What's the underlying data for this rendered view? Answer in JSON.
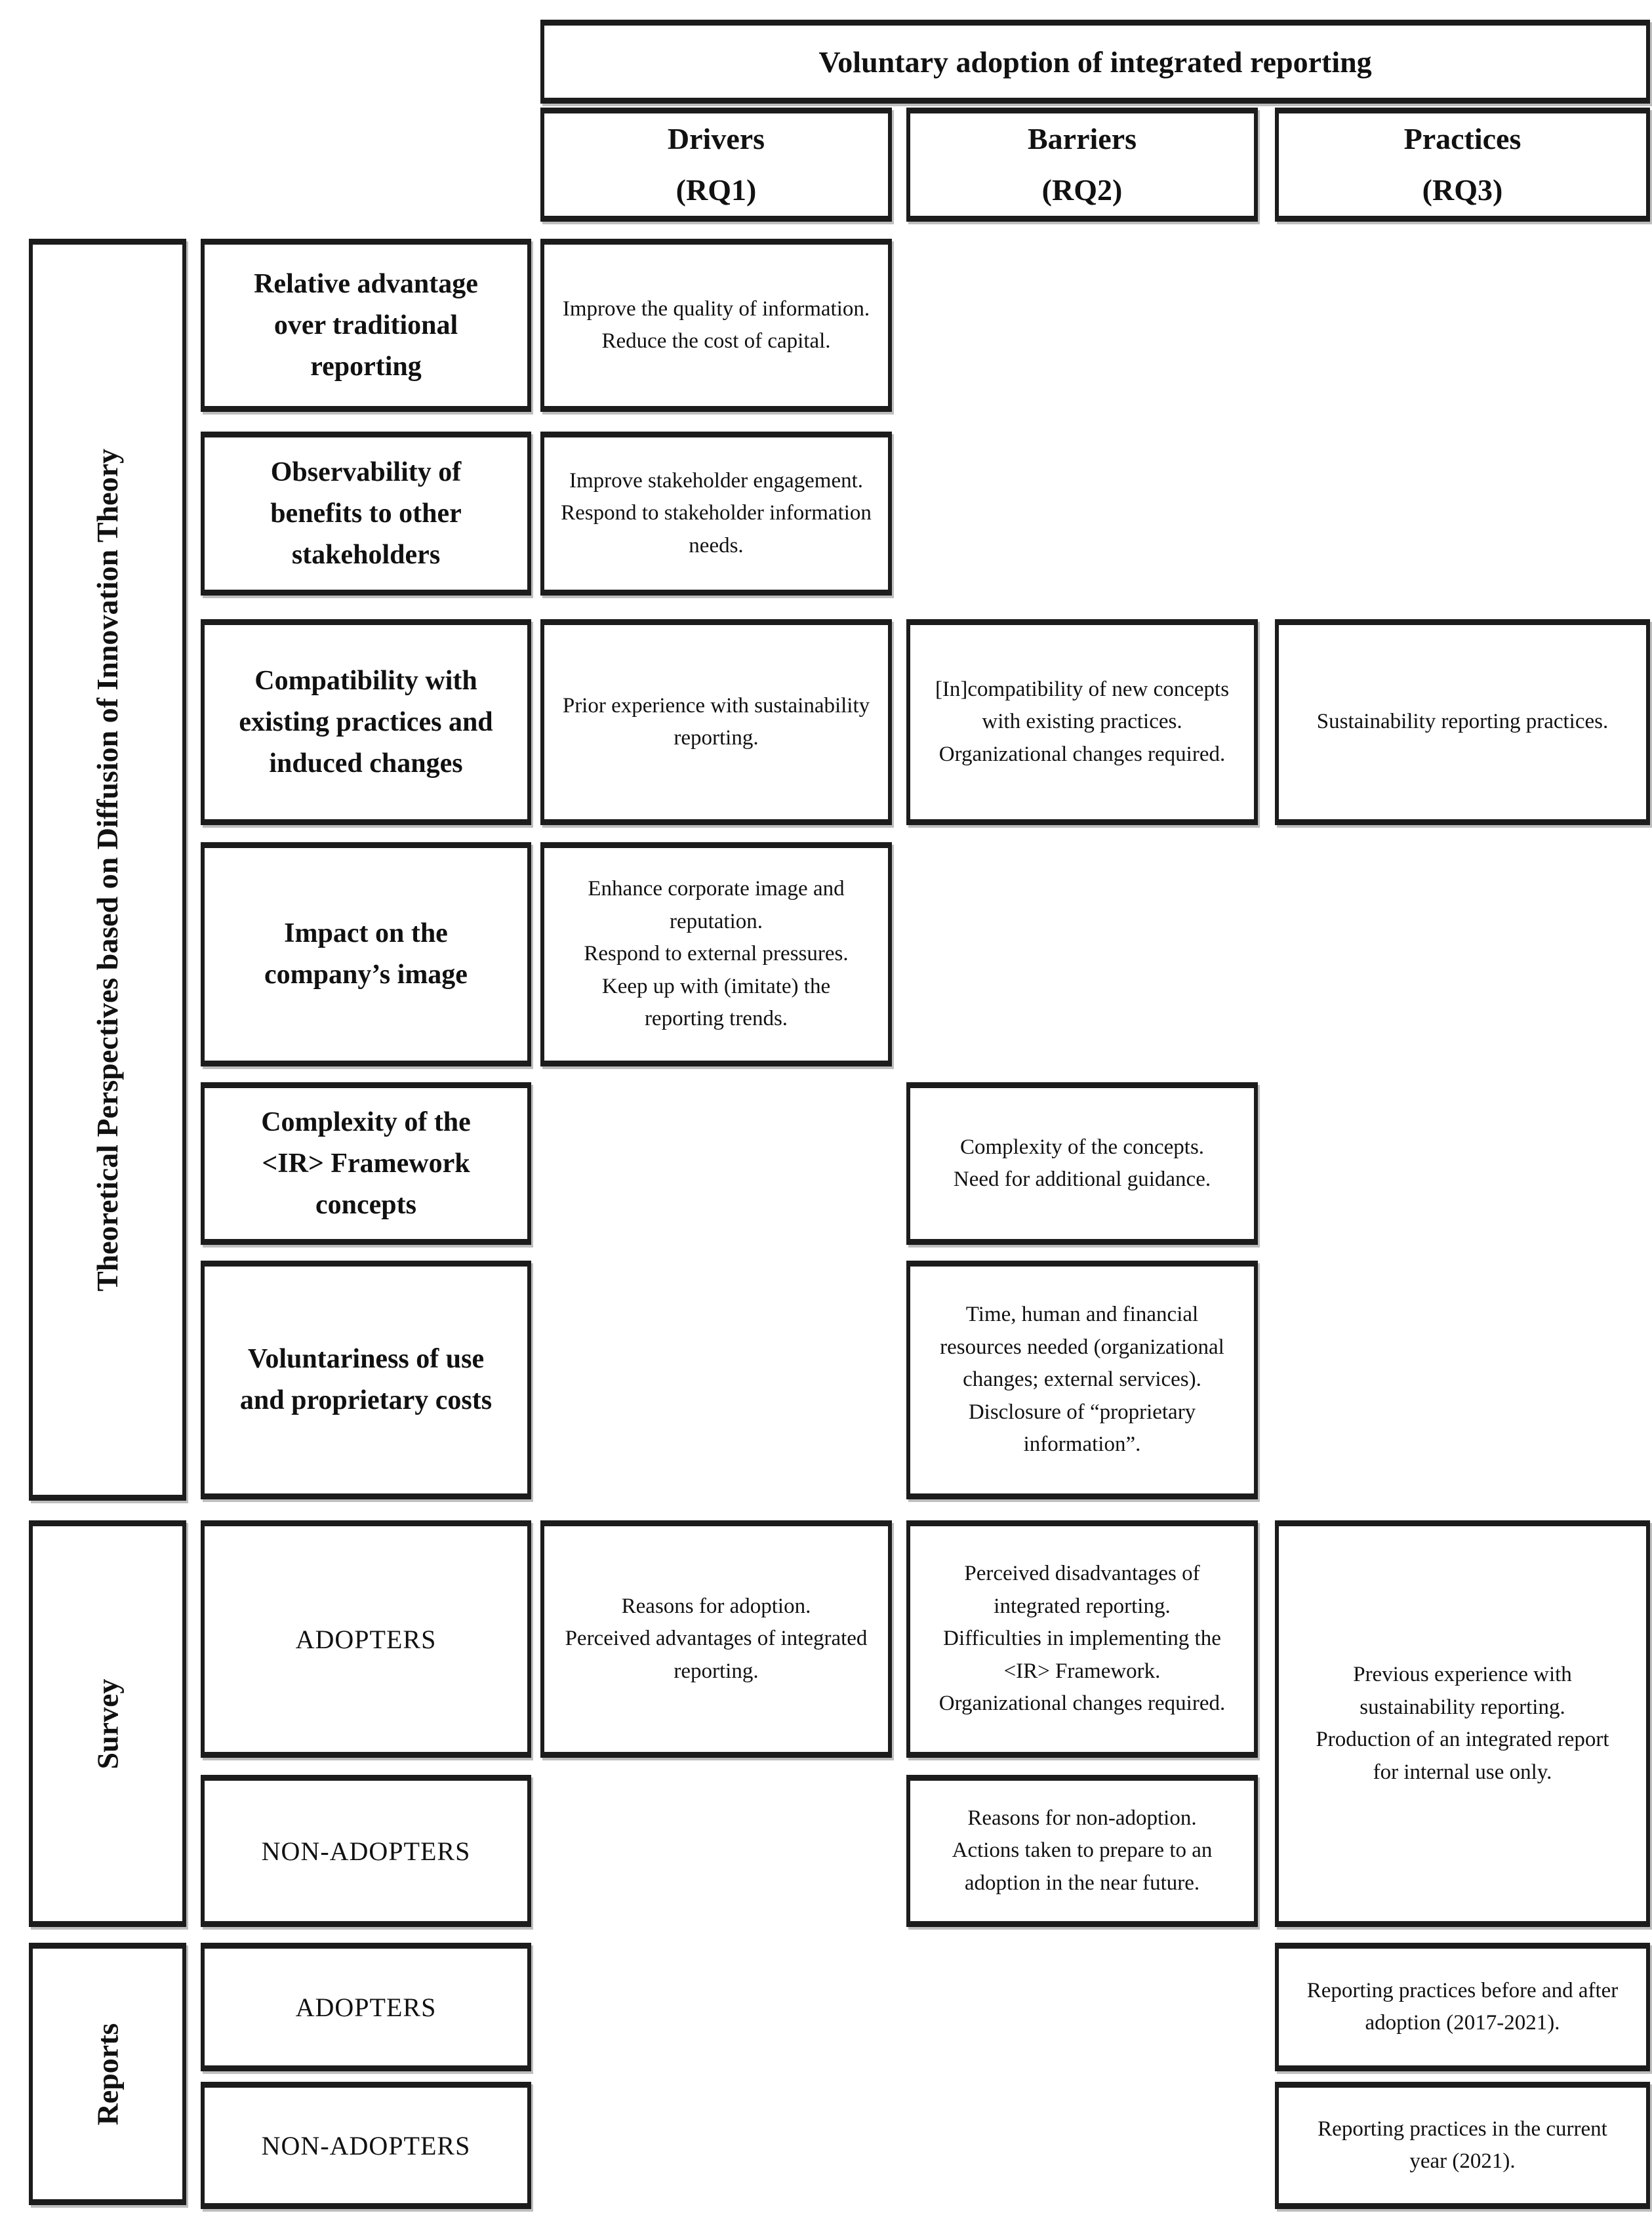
{
  "header": {
    "title": "Voluntary adoption of integrated reporting"
  },
  "columns": {
    "drivers": [
      "Drivers",
      "(RQ1)"
    ],
    "barriers": [
      "Barriers",
      "(RQ2)"
    ],
    "practices": [
      "Practices",
      "(RQ3)"
    ]
  },
  "sections": {
    "theory": "Theoretical Perspectives based on Diffusion of Innovation Theory",
    "survey": "Survey",
    "reports": "Reports"
  },
  "rows": {
    "relative_advantage": "Relative advantage over traditional reporting",
    "observability": "Observability of benefits to other stakeholders",
    "compatibility": "Compatibility with existing practices and induced changes",
    "image_impact": "Impact on the company’s image",
    "complexity": "Complexity of the <IR> Framework concepts",
    "voluntariness": "Voluntariness of use and proprietary costs",
    "survey_adopters": "ADOPTERS",
    "survey_non_adopters": "NON-ADOPTERS",
    "reports_adopters": "ADOPTERS",
    "reports_non_adopters": "NON-ADOPTERS"
  },
  "cells": {
    "relative_advantage_drivers": [
      "Improve the quality of information.",
      "Reduce the cost of capital."
    ],
    "observability_drivers": [
      "Improve stakeholder engagement.",
      "Respond to stakeholder information needs."
    ],
    "compatibility_drivers": [
      "Prior experience with sustainability reporting."
    ],
    "compatibility_barriers": [
      "[In]compatibility of new concepts with existing practices.",
      "Organizational changes required."
    ],
    "compatibility_practices": [
      "Sustainability reporting practices."
    ],
    "image_impact_drivers": [
      "Enhance corporate image and reputation.",
      "Respond to external pressures.",
      "Keep up with (imitate) the reporting trends."
    ],
    "complexity_barriers": [
      "Complexity of the concepts.",
      "Need for additional guidance."
    ],
    "voluntariness_barriers": [
      "Time, human and financial resources needed (organizational changes; external services).",
      "Disclosure of “proprietary information”."
    ],
    "survey_adopters_drivers": [
      "Reasons for adoption.",
      "Perceived advantages of integrated reporting."
    ],
    "survey_adopters_barriers": [
      "Perceived disadvantages of integrated reporting.",
      "Difficulties in implementing the <IR> Framework.",
      "Organizational changes required."
    ],
    "survey_non_adopters_barriers": [
      "Reasons for non-adoption.",
      "Actions taken to prepare to an adoption in the near future."
    ],
    "survey_practices": [
      "Previous experience with sustainability reporting.",
      "Production of an integrated report for internal use only."
    ],
    "reports_adopters_practices": [
      "Reporting practices before and after adoption (2017-2021)."
    ],
    "reports_non_adopters_practices": [
      "Reporting practices in the current year (2021)."
    ]
  }
}
